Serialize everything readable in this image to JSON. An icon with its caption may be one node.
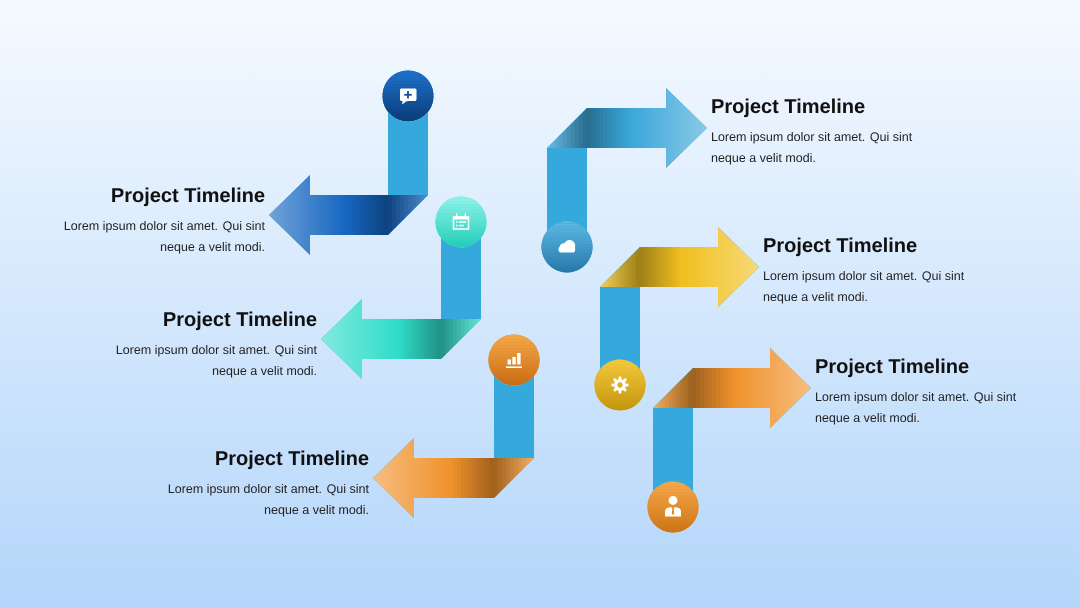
{
  "diagram": {
    "nodes": [
      {
        "text": [],
        "shape": "circle"
      },
      {
        "text": [
          "Project Timeline",
          "Lorem ipsum dolor sit amet. Qui sint neque a velit modi."
        ]
      },
      {
        "text": [],
        "shape": "circle"
      },
      {
        "text": [
          "Project Timeline",
          "Lorem ipsum dolor sit amet. Qui sint neque a velit modi."
        ]
      },
      {
        "text": [],
        "shape": "circle"
      },
      {
        "text": [
          "Project Timeline",
          "Lorem ipsum dolor sit amet. Qui sint neque a velit modi."
        ]
      },
      {
        "text": [],
        "shape": "circle"
      },
      {
        "text": [
          "Project Timeline",
          "Lorem ipsum dolor sit amet. Qui sint neque a velit modi."
        ]
      },
      {
        "text": [],
        "shape": "circle"
      },
      {
        "text": [
          "Project Timeline",
          "Lorem ipsum dolor sit amet. Qui sint neque a velit modi."
        ]
      },
      {
        "text": [],
        "shape": "circle"
      },
      {
        "text": [
          "Project Timeline",
          "Lorem ipsum dolor sit amet. Qui sint neque a velit modi."
        ]
      }
    ],
    "edges": [
      {
        "from": 0,
        "to": 1,
        "arrow": "to",
        "color": "#1565c0"
      },
      {
        "from": 2,
        "to": 3,
        "arrow": "to",
        "color": "#2fdcc8"
      },
      {
        "from": 4,
        "to": 5,
        "arrow": "to",
        "color": "#f0922b"
      },
      {
        "from": 6,
        "to": 7,
        "arrow": "to",
        "color": "#3aa6d8"
      },
      {
        "from": 8,
        "to": 9,
        "arrow": "to",
        "color": "#f0c020"
      },
      {
        "from": 10,
        "to": 11,
        "arrow": "to",
        "color": "#f0922b"
      }
    ]
  }
}
